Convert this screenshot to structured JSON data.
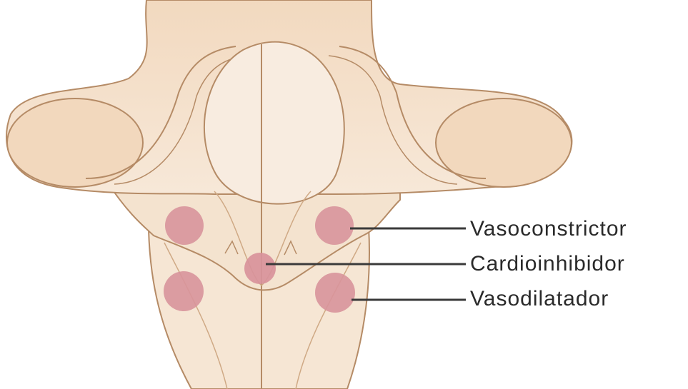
{
  "labels": {
    "vasoconstrictor": "Vasoconstrictor",
    "cardioinhibidor": "Cardioinhibidor",
    "vasodilatador": "Vasodilatador"
  },
  "colors": {
    "background": "#ffffff",
    "tissue_fill": "#f5e2cd",
    "tissue_shade": "#ecd3b8",
    "tissue_outline": "#b58b66",
    "center_nuclei": "#d8939b",
    "label_text": "#2a2a2a",
    "leader_line": "#3a3a3a"
  }
}
